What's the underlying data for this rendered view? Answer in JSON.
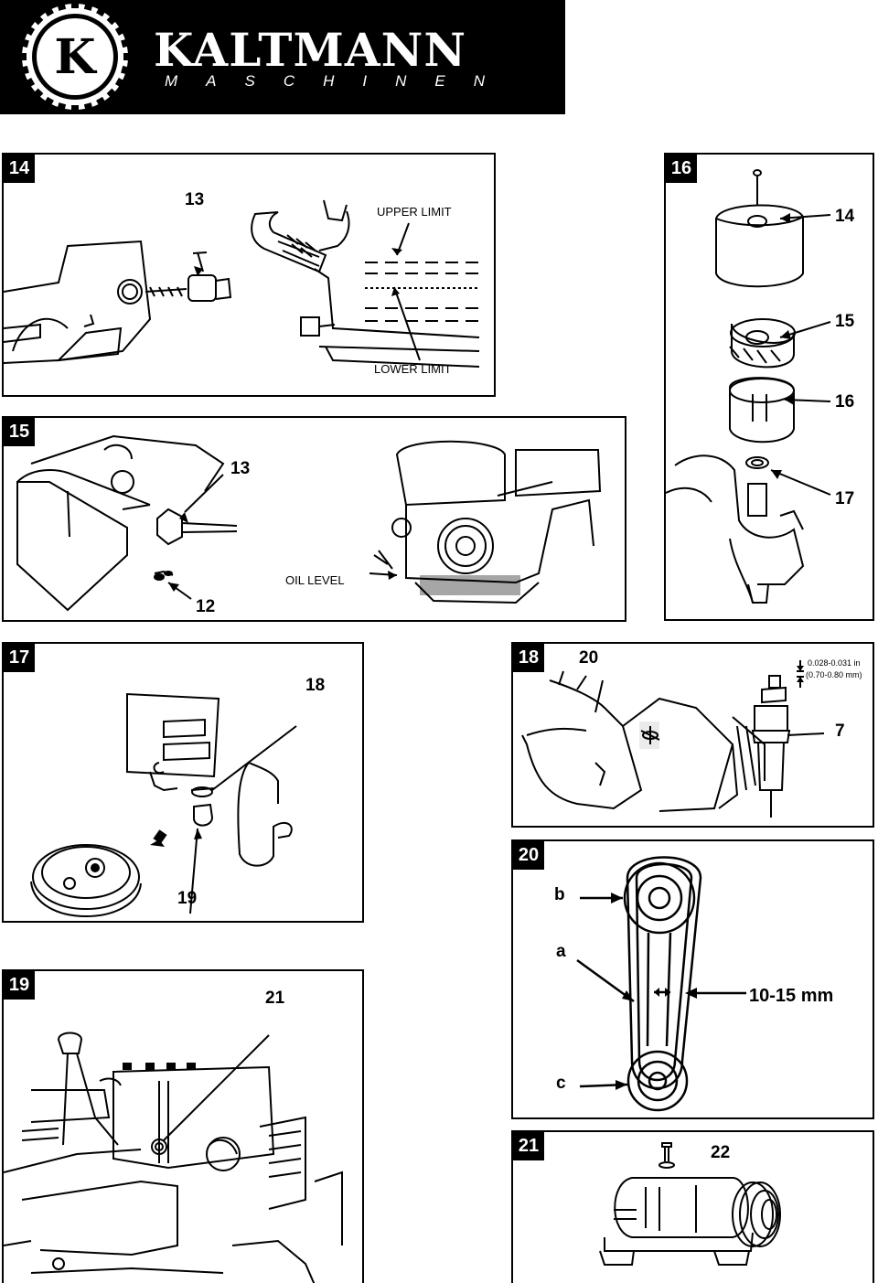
{
  "brand": {
    "logo_letter": "K",
    "name": "KALTMANN",
    "subtitle": "MASCHINEN"
  },
  "figures": [
    {
      "id": "14",
      "labels": {
        "part_number": "13",
        "upper": "UPPER LIMIT",
        "lower": "LOWER LIMIT"
      }
    },
    {
      "id": "15",
      "labels": {
        "dipstick": "13",
        "drain": "12",
        "oil_level": "OIL LEVEL"
      }
    },
    {
      "id": "16",
      "labels": {
        "cover": "14",
        "element": "15",
        "case": "16",
        "gasket": "17"
      }
    },
    {
      "id": "17",
      "labels": {
        "cup": "18",
        "valve": "19"
      }
    },
    {
      "id": "18",
      "labels": {
        "plug_cap": "20",
        "gap_in": "0.028-0.031 in",
        "gap_mm": "(0.70-0.80 mm)",
        "plug": "7"
      }
    },
    {
      "id": "19",
      "labels": {
        "screw": "21"
      }
    },
    {
      "id": "20",
      "labels": {
        "b": "b",
        "a": "a",
        "c": "c",
        "deflection": "10-15 mm"
      }
    },
    {
      "id": "21",
      "labels": {
        "bolt": "22"
      }
    }
  ],
  "colors": {
    "ink": "#000000",
    "paper": "#ffffff"
  }
}
